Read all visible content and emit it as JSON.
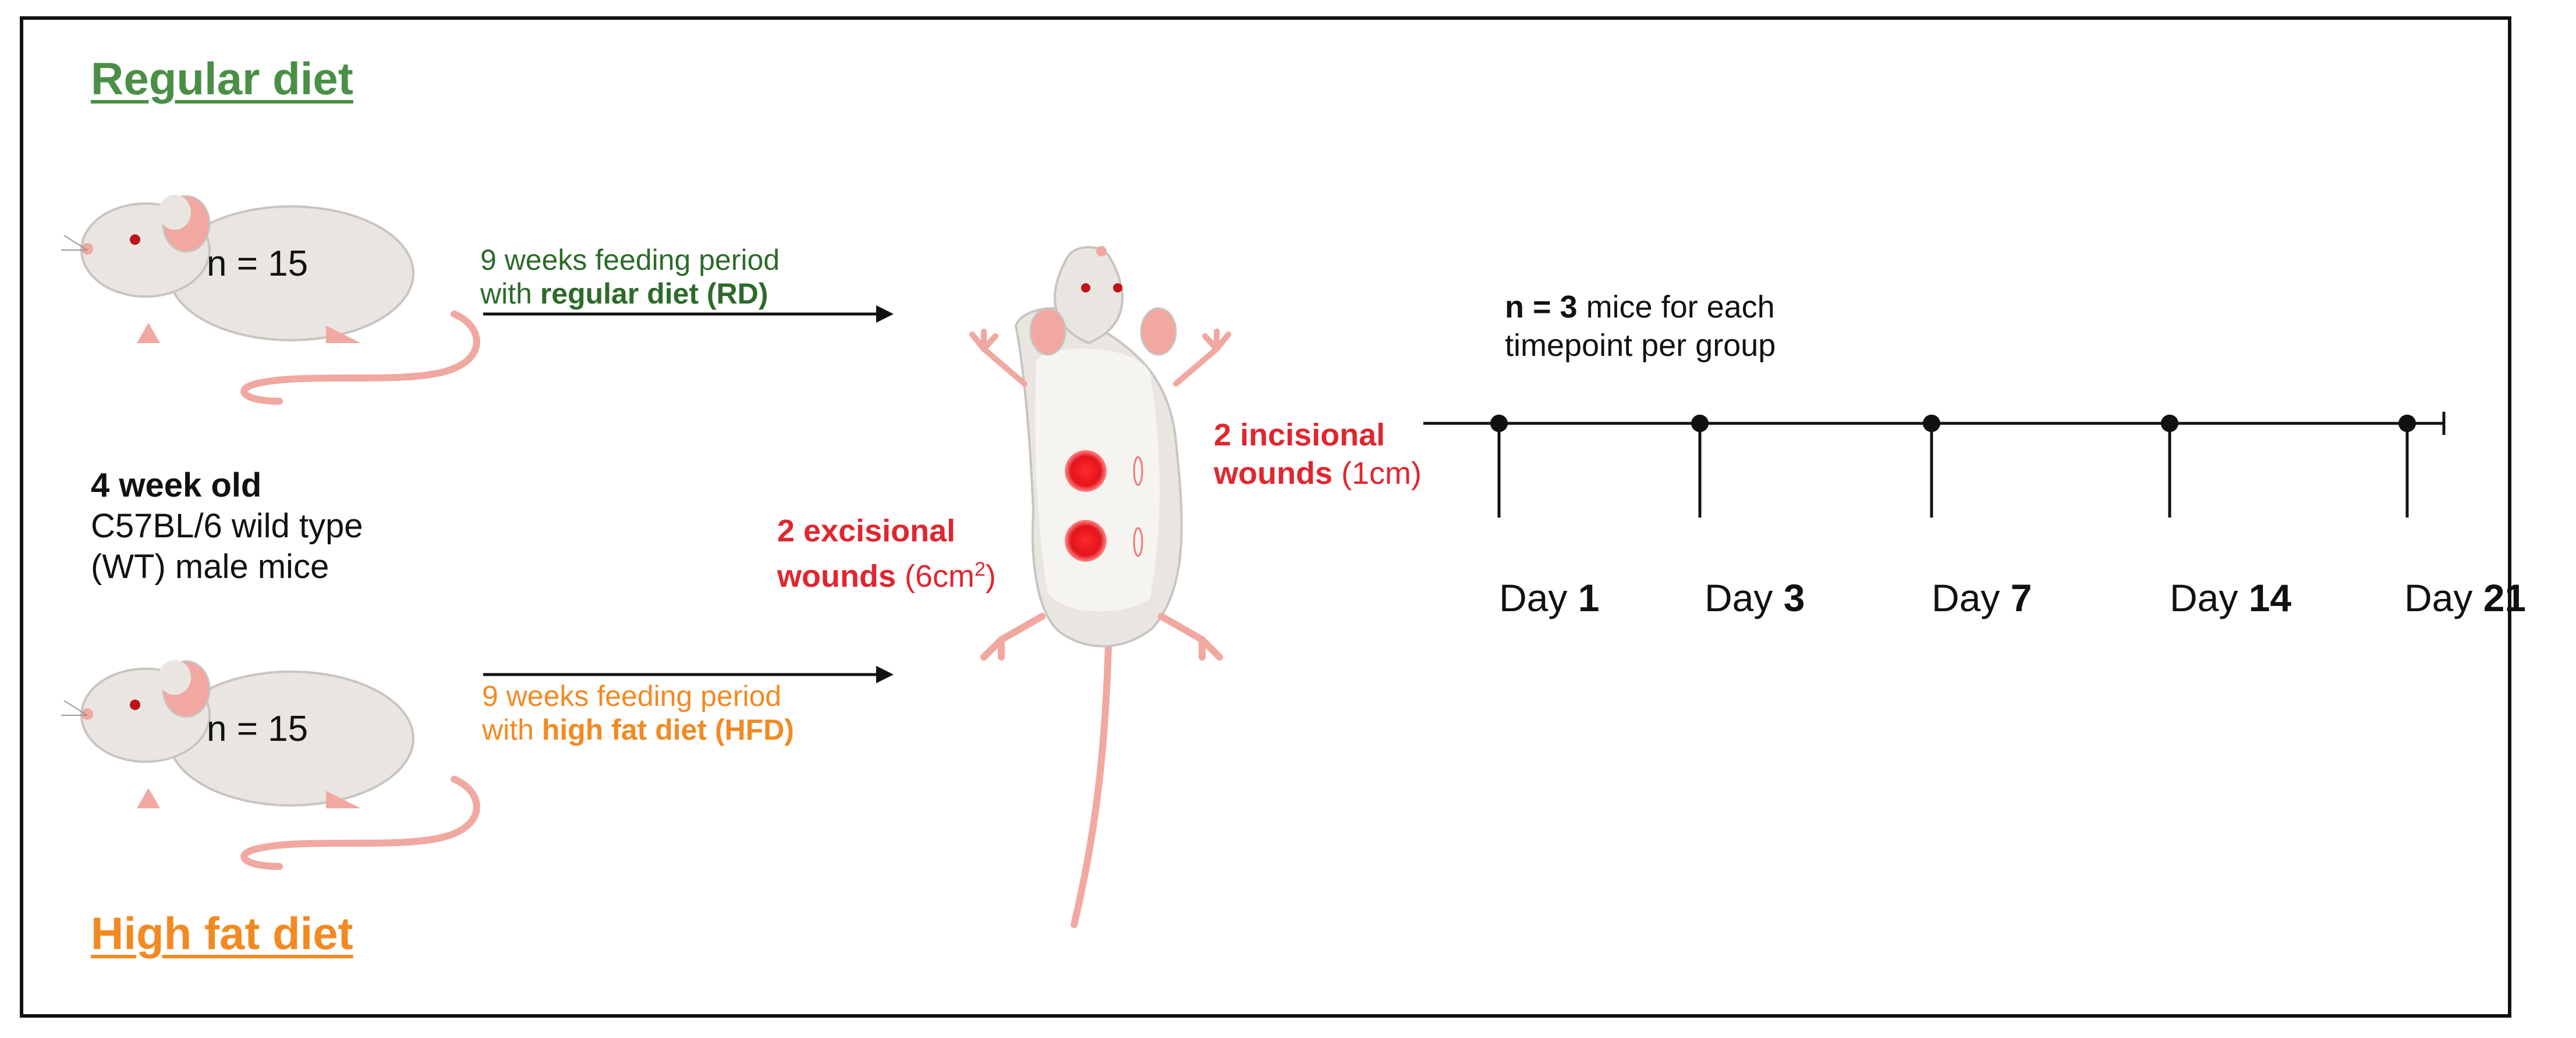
{
  "titles": {
    "regular": "Regular diet",
    "high_fat": "High fat diet"
  },
  "groups": {
    "rd_n": "n = 15",
    "hfd_n": "n = 15"
  },
  "mice": {
    "age": "4 week old",
    "strain_line1": "C57BL/6 wild type",
    "strain_line2": "(WT) male mice"
  },
  "feeding": {
    "rd_line1": "9 weeks feeding period",
    "rd_line2_prefix": "with ",
    "rd_line2_bold": "regular diet (RD)",
    "hfd_line1": "9 weeks feeding period",
    "hfd_line2_prefix": "with ",
    "hfd_line2_bold": "high fat diet (HFD)"
  },
  "wounds": {
    "excisional_bold_1": "2 excisional",
    "excisional_bold_2": "wounds",
    "excisional_size": " (6cm",
    "excisional_sup": "2",
    "excisional_close": ")",
    "incisional_bold_1": "2 incisional",
    "incisional_bold_2": "wounds",
    "incisional_size": " (1cm)"
  },
  "timepoint_note": {
    "bold": "n = 3",
    "rest": " mice for each",
    "line2": "timepoint per group"
  },
  "timeline": {
    "days": [
      {
        "prefix": "Day ",
        "num": "1"
      },
      {
        "prefix": "Day ",
        "num": "3"
      },
      {
        "prefix": "Day ",
        "num": "7"
      },
      {
        "prefix": "Day ",
        "num": "14"
      },
      {
        "prefix": "Day ",
        "num": "21"
      }
    ]
  },
  "colors": {
    "regular": "#4a8f45",
    "regular_dark": "#2d6a2a",
    "high_fat": "#f28a22",
    "wound_red": "#e0262f",
    "mouse_body": "#e9e6e2",
    "mouse_pink": "#f0a8a0"
  }
}
